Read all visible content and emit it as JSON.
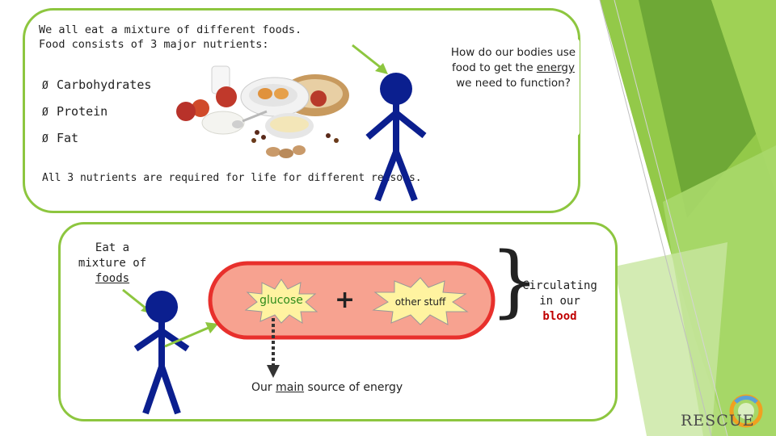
{
  "intro": {
    "line1": "We all eat a mixture of different foods.",
    "line2": "Food consists of 3 major nutrients:"
  },
  "nutrients": [
    "Carbohydrates",
    "Protein",
    "Fat"
  ],
  "bullet_symbol": "Ø",
  "required_text": "All 3 nutrients are required for life for different reasons.",
  "question": {
    "part1": "How do our bodies use food to get the ",
    "underlined": "energy",
    "part2": " we need to function?"
  },
  "eat_label": {
    "line1": "Eat a",
    "line2": "mixture of",
    "line3": "foods"
  },
  "glucose_label": "glucose",
  "plus_sign": "+",
  "other_label": "other stuff",
  "brace": "}",
  "circulating": {
    "line1": "Circulating",
    "line2": "in our",
    "blood": "blood"
  },
  "energy_source": {
    "prefix": "Our ",
    "underlined": "main",
    "suffix": " source of energy"
  },
  "logo": {
    "text": "RESCUE"
  },
  "colors": {
    "panel_border": "#8dc63f",
    "stick_figure": "#0b1f8f",
    "arrow": "#8dc63f",
    "blood_vessel": "#e8302c",
    "vessel_fill": "#f7a290",
    "burst_fill": "#fff3a0",
    "glucose_text": "#2e8b1a",
    "blood_text": "#c00000"
  }
}
